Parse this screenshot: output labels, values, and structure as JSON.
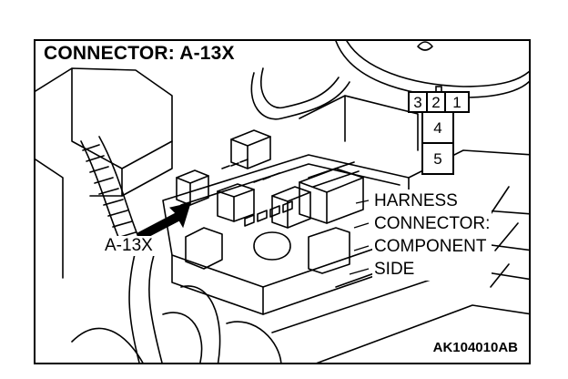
{
  "title": "CONNECTOR: A-13X",
  "callout_label": "A-13X",
  "harness_label_lines": [
    "HARNESS",
    "CONNECTOR:",
    "COMPONENT",
    "SIDE"
  ],
  "pins": {
    "top_row": [
      "3",
      "2",
      "1"
    ],
    "middle": "4",
    "bottom": "5"
  },
  "figure_code": "AK104010AB"
}
